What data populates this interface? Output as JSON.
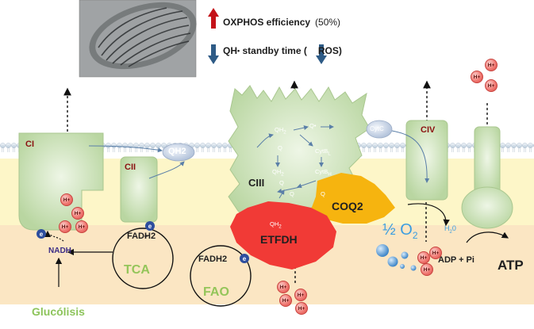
{
  "legend": {
    "oxphos_label": "OXPHOS efficiency",
    "oxphos_value": "(50%)",
    "qh_label_prefix": "QH",
    "qh_superscript": "•",
    "qh_label_suffix": " standby time (",
    "ros_label": "ROS)",
    "up_arrow_color": "#c4131a",
    "down_arrow_color": "#2e5b86"
  },
  "complexes": {
    "ci": "CI",
    "cii": "CII",
    "ciii": "CIII",
    "civ": "CIV",
    "coq2": "COQ2",
    "etfdh": "ETFDH"
  },
  "membrane": {
    "qh2_carrier": "QH2",
    "cytc": "CytC"
  },
  "q_cycle": {
    "qh2_top": "QH",
    "qh2_top_sub": "2",
    "q_radical": "Q•",
    "q_left": "Q",
    "cytbl": "CytB",
    "cytbl_sub": "L",
    "qh2_mid": "QH",
    "qh2_mid_sub": "2",
    "q_mid": "Q",
    "cytbh": "CytB",
    "cytbh_sub": "H",
    "q_bottom_left": "Q",
    "q_bottom_right": "Q",
    "qh2_etfdh": "QH",
    "qh2_etfdh_sub": "2"
  },
  "metabolism": {
    "fadh2_cii": "FADH2",
    "tca": "TCA",
    "nadh": "NADH",
    "glycolysis": "Glucólisis",
    "fadh2_fao": "FADH2",
    "fao": "FAO"
  },
  "oxygen": {
    "half": "½",
    "o2": "O",
    "o2_sub": "2",
    "water": "H",
    "water_sub": "2",
    "water_tail": "0"
  },
  "atp": {
    "substrates": "ADP + Pi",
    "product": "ATP"
  },
  "particles": {
    "proton": "H+",
    "electron": "e"
  },
  "colors": {
    "ims": "#fdf6c8",
    "matrix": "#fbe6c3",
    "complex_green": "#c9dfb5",
    "etfdh_red": "#f13a36",
    "coq2_orange": "#f6b40f",
    "membrane_head": "#d6e3f0",
    "text_green": "#8dc45b",
    "tca_green": "#94c55a",
    "o2_blue": "#3a9de0"
  }
}
